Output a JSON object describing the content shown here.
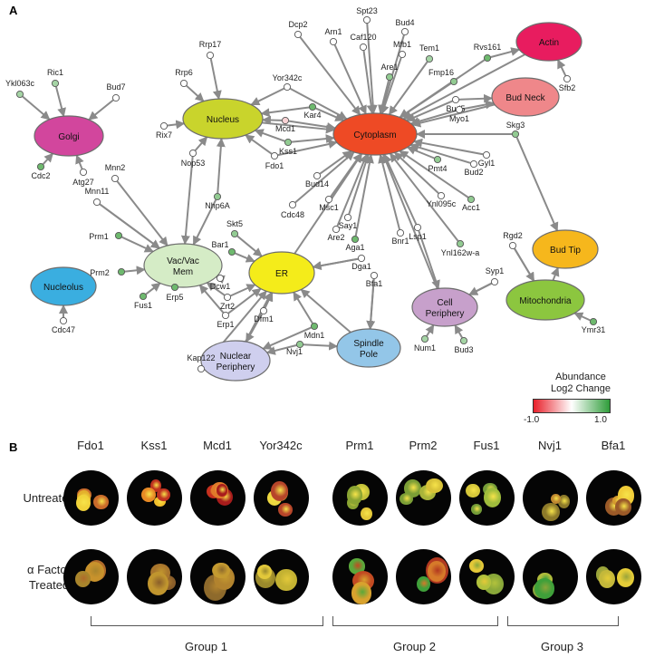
{
  "panels": {
    "a": "A",
    "b": "B"
  },
  "colors": {
    "up": "#4aa84a",
    "down": "#e8202a",
    "neutral": "#ffffff",
    "edge": "#8a8a8a"
  },
  "hubs": [
    {
      "id": "cytoplasm",
      "label": "Cytoplasm",
      "color": "#ee4a25"
    },
    {
      "id": "nucleus",
      "label": "Nucleus",
      "color": "#c9d42c"
    },
    {
      "id": "golgi",
      "label": "Golgi",
      "color": "#d2469d"
    },
    {
      "id": "actin",
      "label": "Actin",
      "color": "#e81c5f"
    },
    {
      "id": "budneck",
      "label": "Bud Neck",
      "color": "#ef878a"
    },
    {
      "id": "budtip",
      "label": "Bud Tip",
      "color": "#f6b71c"
    },
    {
      "id": "mito",
      "label": "Mitochondria",
      "color": "#8cc63f"
    },
    {
      "id": "nucleolus",
      "label": "Nucleolus",
      "color": "#3aaee0"
    },
    {
      "id": "vac",
      "label": "Vac/Vac\nMem",
      "color": "#d5ecc6"
    },
    {
      "id": "er",
      "label": "ER",
      "color": "#f4ec1a"
    },
    {
      "id": "cellper",
      "label": "Cell\nPeriphery",
      "color": "#c7a0cb"
    },
    {
      "id": "spindle",
      "label": "Spindle\nPole",
      "color": "#93c6e8"
    },
    {
      "id": "nucper",
      "label": "Nuclear\nPeriphery",
      "color": "#cfcfee"
    }
  ],
  "proteins": [
    {
      "label": "Spt23",
      "hub": "cytoplasm",
      "change": 0
    },
    {
      "label": "Bud4",
      "hub": "cytoplasm",
      "change": 0
    },
    {
      "label": "Dcp2",
      "hub": "cytoplasm",
      "change": 0
    },
    {
      "label": "Arn1",
      "hub": "cytoplasm",
      "change": 0
    },
    {
      "label": "Caf120",
      "hub": "cytoplasm",
      "change": 0
    },
    {
      "label": "Mfb1",
      "hub": "cytoplasm",
      "change": 0
    },
    {
      "label": "Tem1",
      "hub": "cytoplasm",
      "change": 0.5
    },
    {
      "label": "Rvs161",
      "hub": "cytoplasm",
      "change": 0.8
    },
    {
      "label": "Are1",
      "hub": "cytoplasm",
      "change": 0.6
    },
    {
      "label": "Fmp16",
      "hub": "cytoplasm",
      "change": 0.6
    },
    {
      "label": "Yor342c",
      "hub": "cytoplasm",
      "change": 0
    },
    {
      "label": "Bud5",
      "hub": "cytoplasm",
      "change": 0
    },
    {
      "label": "Myo1",
      "hub": "cytoplasm",
      "change": 0
    },
    {
      "label": "Skg3",
      "hub": "cytoplasm",
      "change": 0.6
    },
    {
      "label": "Kar4",
      "hub": "cytoplasm",
      "change": 0.8
    },
    {
      "label": "Mcd1",
      "hub": "cytoplasm",
      "change": -0.2
    },
    {
      "label": "Kss1",
      "hub": "cytoplasm",
      "change": 0.6
    },
    {
      "label": "Fdo1",
      "hub": "cytoplasm",
      "change": 0
    },
    {
      "label": "Gyl1",
      "hub": "cytoplasm",
      "change": 0
    },
    {
      "label": "Pmt4",
      "hub": "cytoplasm",
      "change": 0.6
    },
    {
      "label": "Bud2",
      "hub": "cytoplasm",
      "change": 0
    },
    {
      "label": "Bud14",
      "hub": "cytoplasm",
      "change": 0
    },
    {
      "label": "Cdc48",
      "hub": "cytoplasm",
      "change": 0
    },
    {
      "label": "Msc1",
      "hub": "cytoplasm",
      "change": 0
    },
    {
      "label": "Say1",
      "hub": "cytoplasm",
      "change": 0
    },
    {
      "label": "Are2",
      "hub": "cytoplasm",
      "change": 0
    },
    {
      "label": "Aga1",
      "hub": "cytoplasm",
      "change": 0.8
    },
    {
      "label": "Bnr1",
      "hub": "cytoplasm",
      "change": 0
    },
    {
      "label": "Lsp1",
      "hub": "cytoplasm",
      "change": 0
    },
    {
      "label": "Ynl095c",
      "hub": "cytoplasm",
      "change": 0
    },
    {
      "label": "Acc1",
      "hub": "cytoplasm",
      "change": 0.6
    },
    {
      "label": "Ynl162w-a",
      "hub": "cytoplasm",
      "change": 0.6
    },
    {
      "label": "Dga1",
      "hub": "er",
      "change": 0
    },
    {
      "label": "Bfa1",
      "hub": "spindle",
      "change": 0
    },
    {
      "label": "Rrp17",
      "hub": "nucleus",
      "change": 0
    },
    {
      "label": "Rrp6",
      "hub": "nucleus",
      "change": 0
    },
    {
      "label": "Rix7",
      "hub": "nucleus",
      "change": 0
    },
    {
      "label": "Nop53",
      "hub": "nucleus",
      "change": 0
    },
    {
      "label": "Nhp6A",
      "hub": "nucleus",
      "change": 0.6
    },
    {
      "label": "Ric1",
      "hub": "golgi",
      "change": 0.5
    },
    {
      "label": "Ykl063c",
      "hub": "golgi",
      "change": 0.5
    },
    {
      "label": "Bud7",
      "hub": "golgi",
      "change": 0
    },
    {
      "label": "Cdc2",
      "hub": "golgi",
      "change": 0.8
    },
    {
      "label": "Atg27",
      "hub": "golgi",
      "change": 0
    },
    {
      "label": "Sfb2",
      "hub": "actin",
      "change": 0
    },
    {
      "label": "Rgd2",
      "hub": "mito",
      "change": 0
    },
    {
      "label": "Ymr31",
      "hub": "mito",
      "change": 0.8
    },
    {
      "label": "Cdc47",
      "hub": "nucleolus",
      "change": 0
    },
    {
      "label": "Mnn2",
      "hub": "vac",
      "change": 0
    },
    {
      "label": "Mnn11",
      "hub": "vac",
      "change": 0
    },
    {
      "label": "Prm1",
      "hub": "vac",
      "change": 0.8
    },
    {
      "label": "Prm2",
      "hub": "vac",
      "change": 0.8
    },
    {
      "label": "Fus1",
      "hub": "vac",
      "change": 0.8
    },
    {
      "label": "Erp5",
      "hub": "vac",
      "change": 0.8
    },
    {
      "label": "Dcw1",
      "hub": "vac",
      "change": 0
    },
    {
      "label": "Skt5",
      "hub": "er",
      "change": 0.6
    },
    {
      "label": "Bar1",
      "hub": "er",
      "change": 0.8
    },
    {
      "label": "Zrt2",
      "hub": "er",
      "change": 0
    },
    {
      "label": "Erp1",
      "hub": "er",
      "change": 0
    },
    {
      "label": "Dfm1",
      "hub": "er",
      "change": 0
    },
    {
      "label": "Mdn1",
      "hub": "er",
      "change": 0.8
    },
    {
      "label": "Kap122",
      "hub": "nucper",
      "change": 0
    },
    {
      "label": "Nvj1",
      "hub": "nucper",
      "change": 0.6
    },
    {
      "label": "Syp1",
      "hub": "cellper",
      "change": 0
    },
    {
      "label": "Num1",
      "hub": "cellper",
      "change": 0.5
    },
    {
      "label": "Bud3",
      "hub": "cellper",
      "change": 0.5
    }
  ],
  "legend": {
    "title": "Abundance\nLog2 Change",
    "min": "-1.0",
    "max": "1.0"
  },
  "panel_b": {
    "columns": [
      "Fdo1",
      "Kss1",
      "Mcd1",
      "Yor342c",
      "Prm1",
      "Prm2",
      "Fus1",
      "Nvj1",
      "Bfa1"
    ],
    "rows": [
      "Untreated",
      "α Factor\nTreated"
    ],
    "groups": [
      "Group 1",
      "Group 2",
      "Group 3"
    ]
  }
}
